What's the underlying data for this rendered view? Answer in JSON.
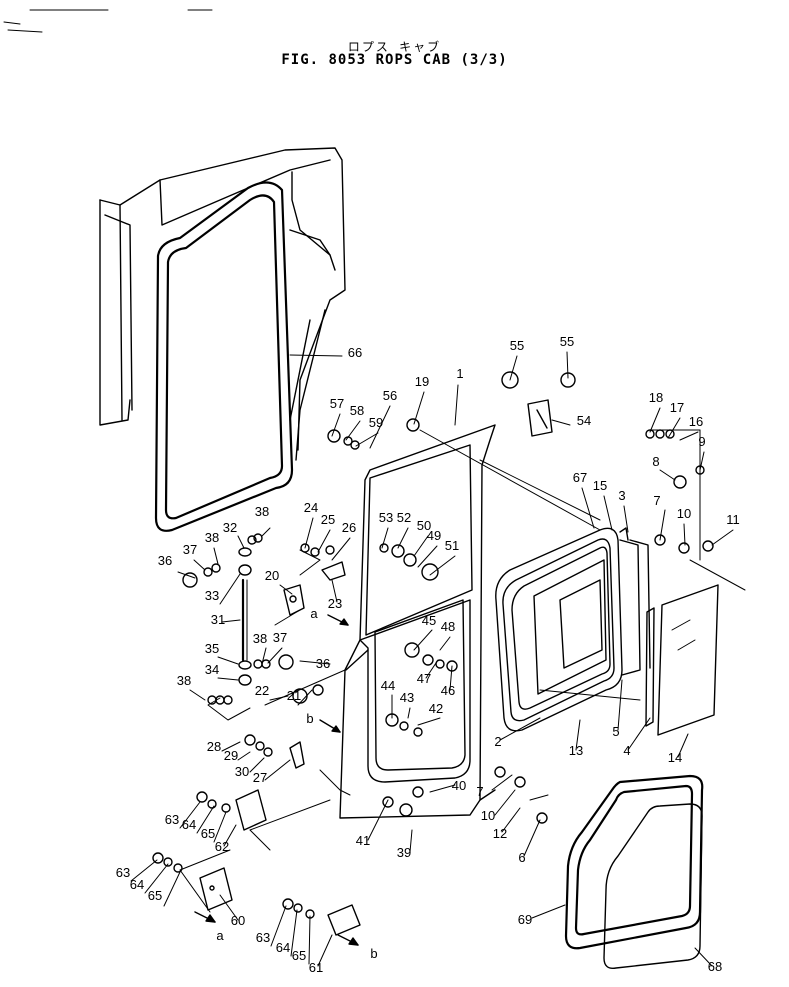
{
  "header": {
    "subtitle": "ロプス キャブ",
    "title": "FIG. 8053   ROPS CAB (3/3)"
  },
  "callouts": [
    "1",
    "2",
    "3",
    "4",
    "5",
    "6",
    "7",
    "8",
    "9",
    "10",
    "11",
    "12",
    "13",
    "14",
    "15",
    "16",
    "17",
    "18",
    "19",
    "20",
    "21",
    "22",
    "23",
    "24",
    "25",
    "26",
    "27",
    "28",
    "29",
    "30",
    "31",
    "32",
    "33",
    "34",
    "35",
    "36",
    "37",
    "38",
    "39",
    "40",
    "41",
    "42",
    "43",
    "44",
    "45",
    "46",
    "47",
    "48",
    "49",
    "50",
    "51",
    "52",
    "53",
    "54",
    "55",
    "56",
    "57",
    "58",
    "59",
    "60",
    "61",
    "62",
    "63",
    "64",
    "65",
    "66",
    "67",
    "68",
    "69"
  ],
  "view_markers": {
    "a": "a",
    "b": "b"
  }
}
